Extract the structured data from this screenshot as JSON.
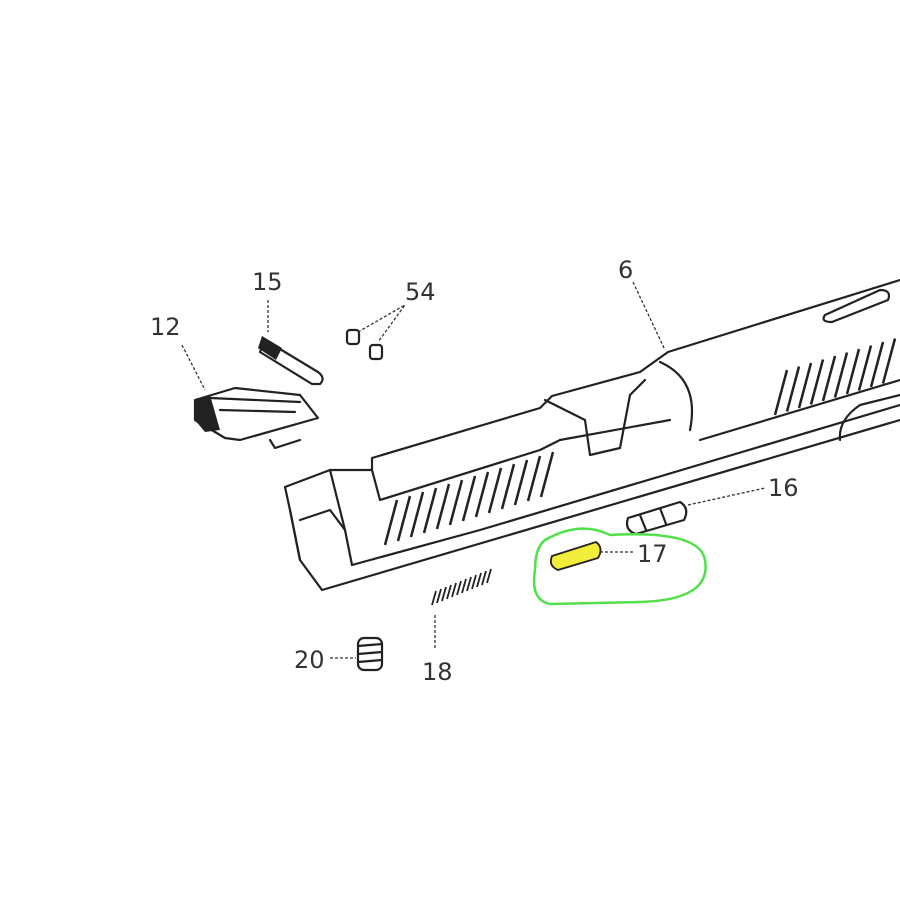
{
  "diagram": {
    "part_labels": {
      "p12": "12",
      "p15": "15",
      "p54": "54",
      "p6": "6",
      "p16": "16",
      "p17": "17",
      "p18": "18",
      "p20": "20"
    },
    "highlighted_part": "17",
    "colors": {
      "highlight_fill": "#f2ec3a",
      "highlight_outline": "#4fe04a",
      "line": "#222222"
    }
  }
}
